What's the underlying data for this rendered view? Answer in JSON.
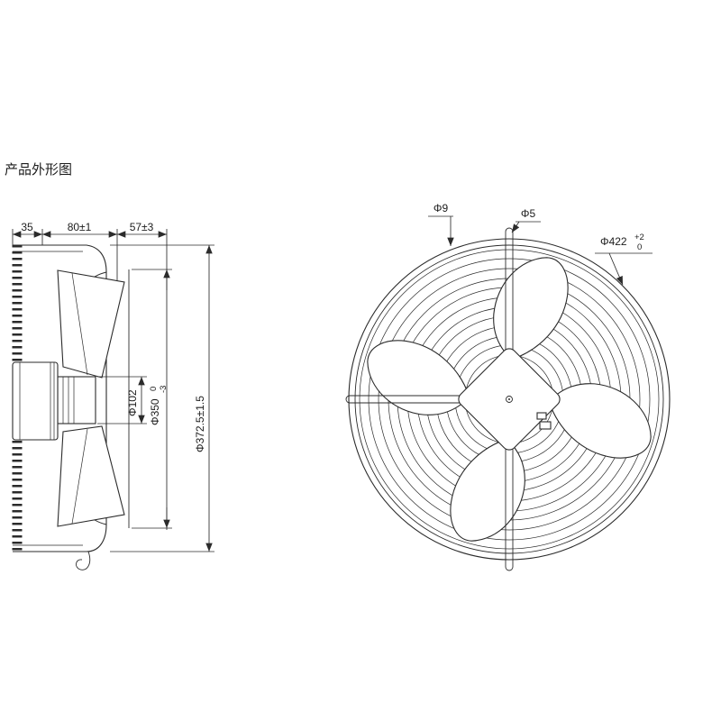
{
  "page": {
    "title": "产品外形图"
  },
  "colors": {
    "line": "#2b2b2b",
    "background": "#ffffff"
  },
  "side_view": {
    "dims_top": {
      "d35": "35",
      "d80": "80±1",
      "d57": "57±3"
    },
    "dims_vertical": {
      "phi102": "Φ102",
      "phi350": "Φ350",
      "phi350_tol_upper": "0",
      "phi350_tol_lower": "-3",
      "phi372": "Φ372.5±1.5"
    }
  },
  "front_view": {
    "phi9": "Φ9",
    "phi5": "Φ5",
    "phi422": "Φ422",
    "phi422_tol_upper": "+2",
    "phi422_tol_lower": "0"
  }
}
